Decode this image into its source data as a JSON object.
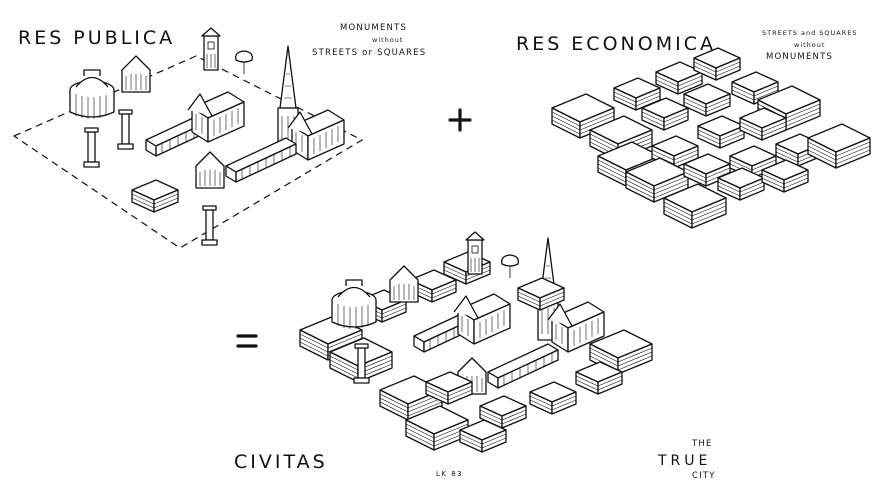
{
  "panels": {
    "res_publica": {
      "title": "RES PUBLICA",
      "note": [
        "MONUMENTS",
        "without",
        "STREETS or SQUARES"
      ]
    },
    "res_economica": {
      "title": "RES ECONOMICA",
      "note": [
        "STREETS and SQUARES",
        "without",
        "MONUMENTS"
      ]
    },
    "civitas": {
      "title": "CIVITAS"
    }
  },
  "operators": {
    "plus": "+",
    "equals": "="
  },
  "signature": "LK 83",
  "caption": [
    "THE",
    "TRUE",
    "CITY"
  ]
}
